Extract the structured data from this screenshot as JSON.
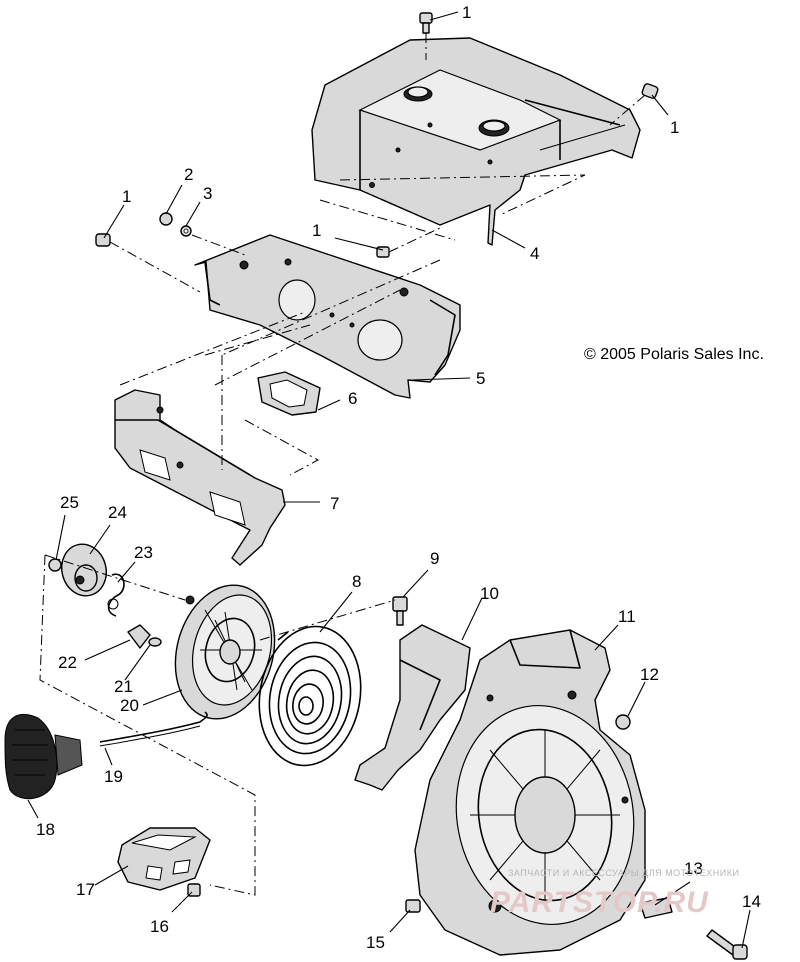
{
  "copyright": "© 2005 Polaris Sales Inc.",
  "watermark": {
    "line1": "ЗАПЧАСТИ И АКСЕССУАРЫ ДЛЯ МОТОТЕХНИКИ",
    "line2": "PARTSTOP.RU"
  },
  "callouts": {
    "c1a": "1",
    "c1b": "1",
    "c1c": "1",
    "c1d": "1",
    "c2": "2",
    "c3": "3",
    "c4": "4",
    "c5": "5",
    "c6": "6",
    "c7": "7",
    "c8": "8",
    "c9": "9",
    "c10": "10",
    "c11": "11",
    "c12": "12",
    "c13": "13",
    "c14": "14",
    "c15": "15",
    "c16": "16",
    "c17": "17",
    "c18": "18",
    "c19": "19",
    "c20": "20",
    "c21": "21",
    "c22": "22",
    "c23": "23",
    "c24": "24",
    "c25": "25"
  }
}
